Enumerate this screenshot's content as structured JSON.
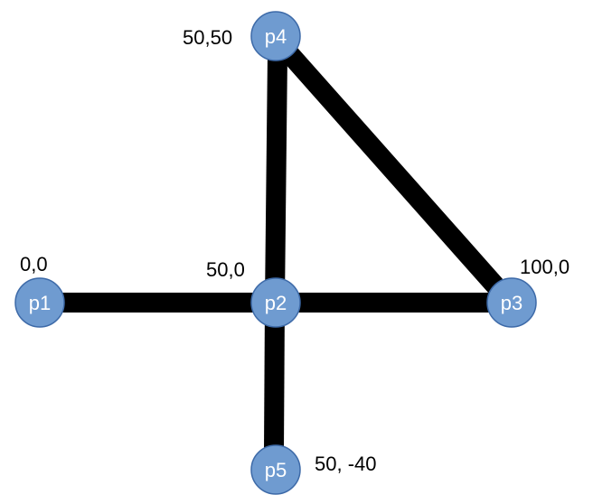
{
  "nodes": [
    {
      "id": "p1",
      "label": "p1",
      "coord_label": "0,0"
    },
    {
      "id": "p2",
      "label": "p2",
      "coord_label": "50,0"
    },
    {
      "id": "p3",
      "label": "p3",
      "coord_label": "100,0"
    },
    {
      "id": "p4",
      "label": "p4",
      "coord_label": "50,50"
    },
    {
      "id": "p5",
      "label": "p5",
      "coord_label": "50, -40"
    }
  ],
  "edges": [
    {
      "from": "p1",
      "to": "p2"
    },
    {
      "from": "p2",
      "to": "p3"
    },
    {
      "from": "p2",
      "to": "p4"
    },
    {
      "from": "p4",
      "to": "p3"
    },
    {
      "from": "p2",
      "to": "p5"
    }
  ],
  "colors": {
    "node_fill": "#6f9bd0",
    "node_stroke": "#3d6aa8",
    "edge": "#000000",
    "node_text": "#ffffff"
  }
}
